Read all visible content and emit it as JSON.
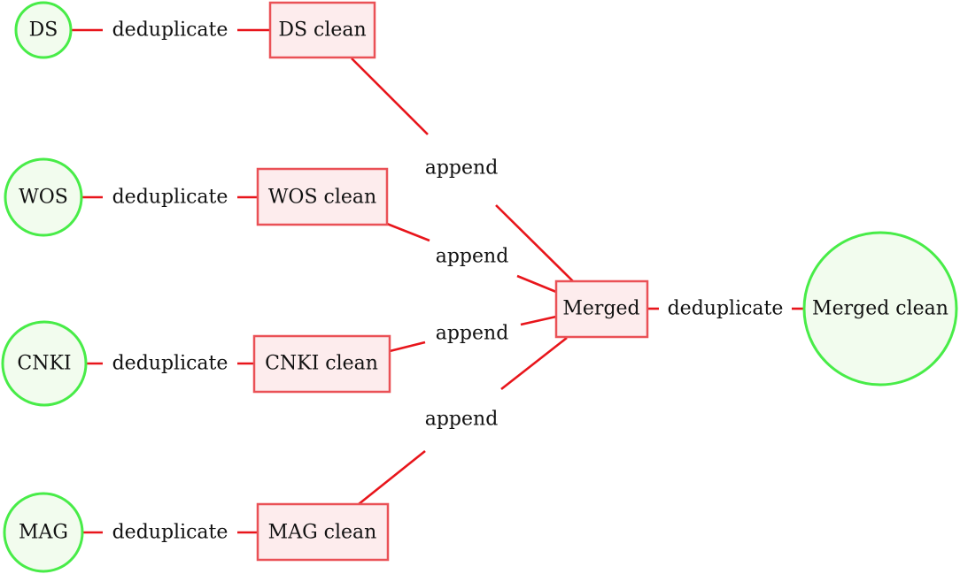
{
  "sources": [
    {
      "label": "DS",
      "step": "deduplicate",
      "clean": "DS clean"
    },
    {
      "label": "WOS",
      "step": "deduplicate",
      "clean": "WOS clean"
    },
    {
      "label": "CNKI",
      "step": "deduplicate",
      "clean": "CNKI clean"
    },
    {
      "label": "MAG",
      "step": "deduplicate",
      "clean": "MAG clean"
    }
  ],
  "append_labels": [
    "append",
    "append",
    "append",
    "append"
  ],
  "merged": {
    "label": "Merged",
    "step": "deduplicate",
    "final": "Merged clean"
  },
  "colors": {
    "circle_stroke": "#48ec48",
    "circle_fill": "#f2fcee",
    "box_stroke": "#ea5156",
    "box_fill": "#fdeced",
    "edge": "#e8151b"
  }
}
